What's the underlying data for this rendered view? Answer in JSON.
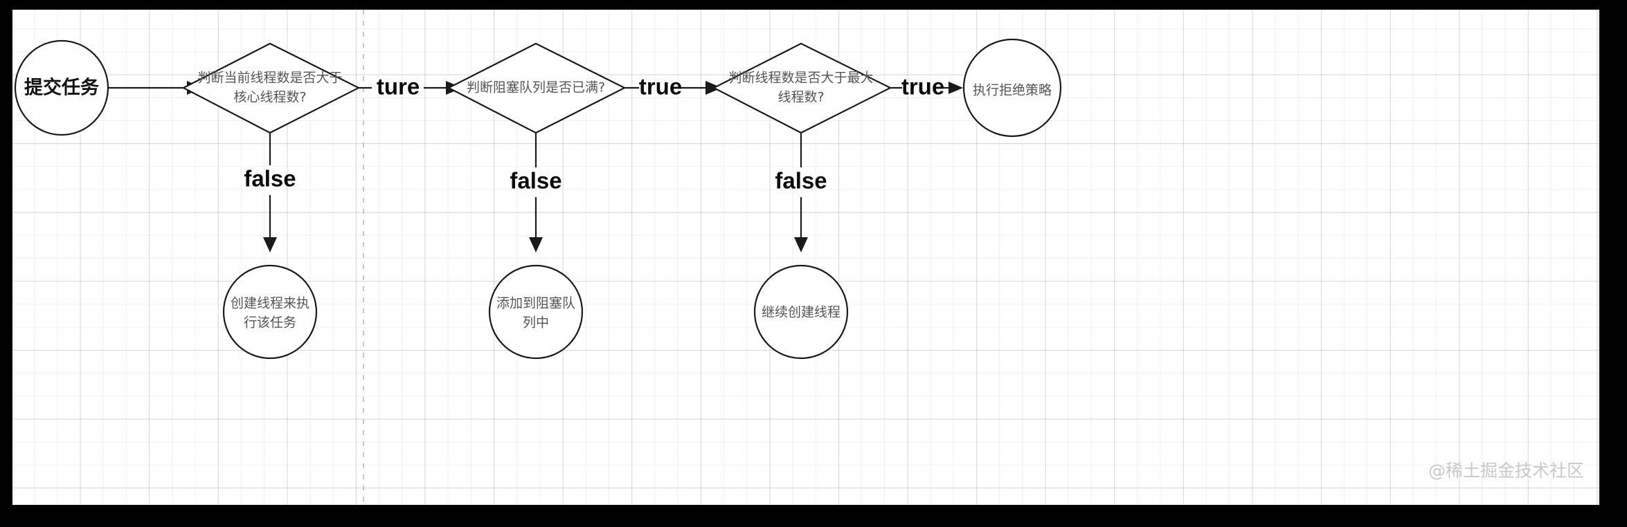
{
  "diagram": {
    "title_watermark": "@稀土掘金技术社区",
    "nodes": {
      "start": {
        "label": "提交任务",
        "shape": "ellipse"
      },
      "d1": {
        "label_line1": "判断当前线程数是否大于",
        "label_line2": "核心线程数?",
        "shape": "diamond"
      },
      "d2": {
        "label_line1": "判断阻塞队列是否已满?",
        "label_line2": "",
        "shape": "diamond"
      },
      "d3": {
        "label_line1": "判断线程数是否大于最大",
        "label_line2": "线程数?",
        "shape": "diamond"
      },
      "reject": {
        "label": "执行拒绝策略",
        "shape": "circle"
      },
      "create_thread": {
        "label_line1": "创建线程来执",
        "label_line2": "行该任务",
        "shape": "circle"
      },
      "enqueue": {
        "label_line1": "添加到阻塞队",
        "label_line2": "列中",
        "shape": "circle"
      },
      "keep_creating": {
        "label": "继续创建线程",
        "shape": "circle"
      }
    },
    "edges": {
      "start_to_d1": "",
      "d1_true": "ture",
      "d1_false": "false",
      "d2_true": "true",
      "d2_false": "false",
      "d3_true": "true",
      "d3_false": "false"
    },
    "colors": {
      "stroke": "#1a1a1a",
      "node_fill": "#ffffff",
      "canvas": "#ffffff",
      "frame": "#000000",
      "cn_text": "#555555",
      "label_text": "#0b0b0b",
      "watermark": "#c9c9c9"
    }
  }
}
